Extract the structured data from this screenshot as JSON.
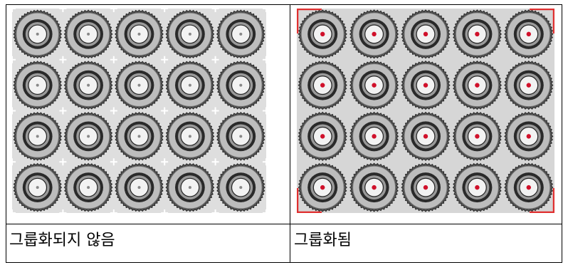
{
  "captions": {
    "ungrouped": "그룹화되지 않음",
    "grouped": "그룹화됨"
  },
  "grid": {
    "rows": 4,
    "cols": 5
  },
  "colors": {
    "panel_bg_ungrouped": "#dedede",
    "panel_bg_grouped": "#d6d6d6",
    "tire_outer": "#2a2a2a",
    "tire_tread": "#555555",
    "tire_rim": "#bdbdbd",
    "hub": "#f2f2f2",
    "center_dot_ungrouped": "#888888",
    "center_dot_grouped": "#d0112b",
    "group_bracket": "#e03030",
    "plus_marks": "#ffffff"
  }
}
